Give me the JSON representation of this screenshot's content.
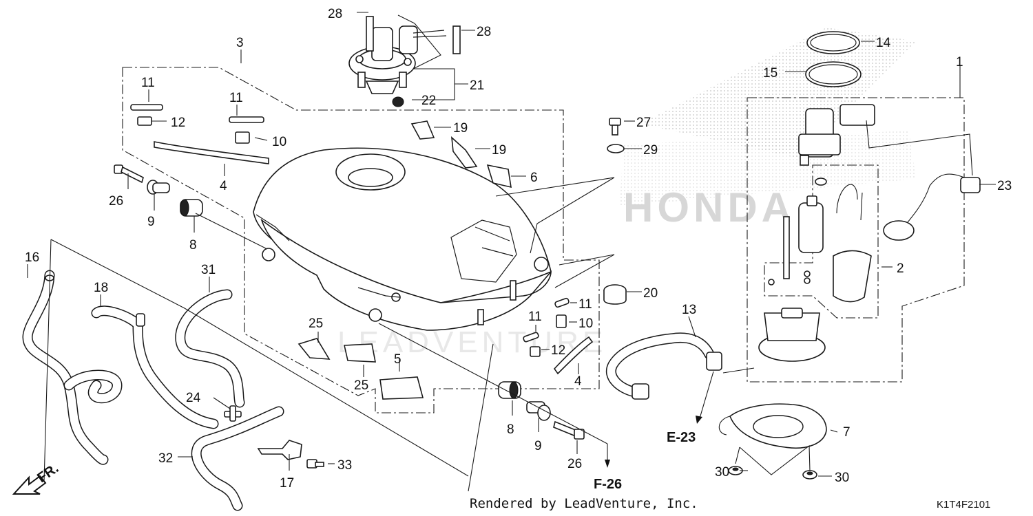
{
  "diagram": {
    "labels": {
      "l1": "1",
      "l2": "2",
      "l3": "3",
      "l4a": "4",
      "l4b": "4",
      "l5": "5",
      "l6": "6",
      "l7": "7",
      "l8a": "8",
      "l8b": "8",
      "l9a": "9",
      "l9b": "9",
      "l10a": "10",
      "l10b": "10",
      "l11a": "11",
      "l11b": "11",
      "l11c": "11",
      "l11d": "11",
      "l12a": "12",
      "l12b": "12",
      "l13": "13",
      "l14": "14",
      "l15": "15",
      "l16": "16",
      "l17": "17",
      "l18": "18",
      "l19a": "19",
      "l19b": "19",
      "l20": "20",
      "l21": "21",
      "l22": "22",
      "l23": "23",
      "l24": "24",
      "l25a": "25",
      "l25b": "25",
      "l26a": "26",
      "l26b": "26",
      "l27": "27",
      "l28a": "28",
      "l28b": "28",
      "l29": "29",
      "l30a": "30",
      "l30b": "30",
      "l31": "31",
      "l32": "32",
      "l33": "33"
    },
    "refs": {
      "e23": "E-23",
      "f26": "F-26",
      "front": "FR."
    },
    "credit": "Rendered by LeadVenture, Inc.",
    "diagram_code": "K1T4F2101",
    "watermark_brand": "HONDA",
    "watermark_site": "LEADVENTURE"
  }
}
